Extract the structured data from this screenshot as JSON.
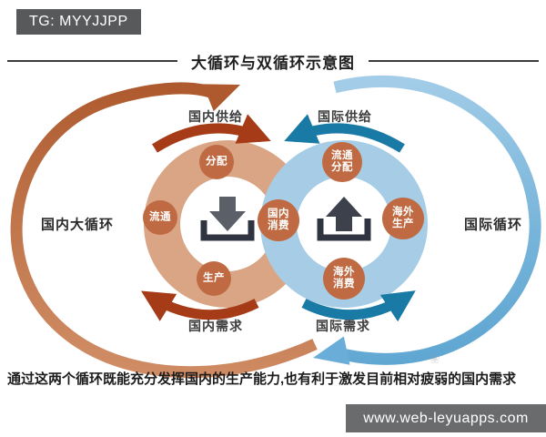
{
  "badge": {
    "label": "TG: MYYJJPP"
  },
  "header": {
    "title": "大循环与双循环示意图"
  },
  "colors": {
    "background": "#ffffff",
    "badge_bg": "#58595b",
    "footer_bg": "#6a6b6d",
    "outer_domestic_arrow_tail": "#d08d65",
    "outer_domestic_arrow_head": "#ae5a2e",
    "outer_international_arrow_tail": "#a2cce7",
    "outer_international_arrow_head": "#5ea6d2",
    "inner_domestic_arrow": "#a63b17",
    "inner_international_arrow": "#1a7aa6",
    "domestic_ring": "#d9a585",
    "international_ring": "#a6cde5",
    "node_circle": "#bf6a42",
    "node_text": "#ffffff",
    "icon_arrow_down": "#5a5f68",
    "icon_arrow_up": "#3c414b",
    "icon_tray": "#2f3440"
  },
  "diagram": {
    "domestic": {
      "cycle_label": "国内大循环",
      "supply_label": "国内供给",
      "demand_label": "国内需求",
      "node_distribution": "分配",
      "node_circulation": "流通",
      "node_production": "生产"
    },
    "shared_node": {
      "line1": "国内",
      "line2": "消费"
    },
    "international": {
      "cycle_label": "国际循环",
      "supply_label": "国际供给",
      "demand_label": "国际需求",
      "node_circulation_line1": "流通",
      "node_circulation_line2": "分配",
      "node_overseas_production_line1": "海外",
      "node_overseas_production_line2": "生产",
      "node_overseas_consumption_line1": "海外",
      "node_overseas_consumption_line2": "消费"
    }
  },
  "caption": "通过这两个循环既能充分发挥国内的生产能力,也有利于激发目前相对疲弱的国内需求",
  "watermark": {
    "symbol": "❀"
  },
  "footer": {
    "url": "www.web-leyuapps.com"
  }
}
